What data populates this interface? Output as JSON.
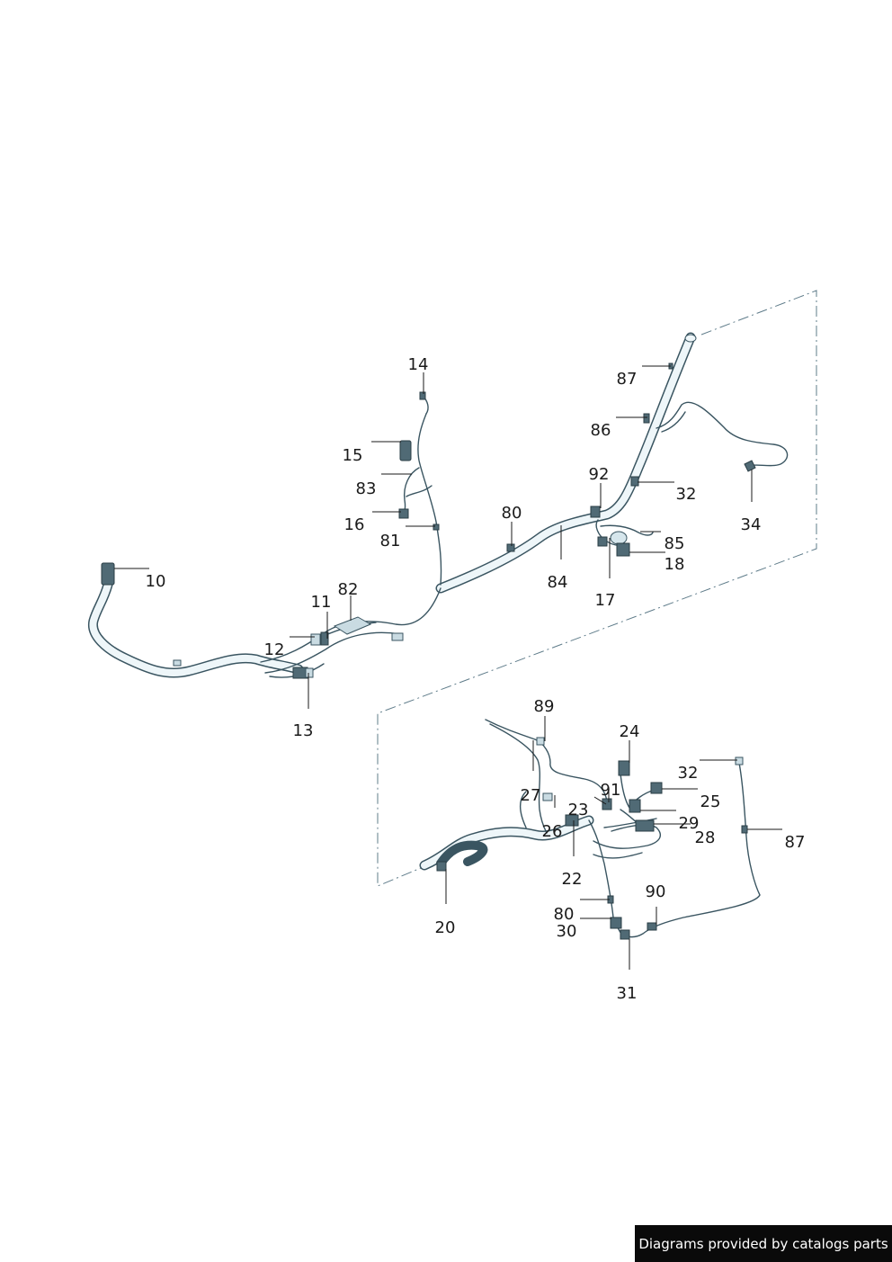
{
  "callouts": {
    "c10": "10",
    "c11": "11",
    "c12": "12",
    "c13": "13",
    "c14": "14",
    "c15": "15",
    "c16": "16",
    "c17": "17",
    "c18": "18",
    "c20": "20",
    "c22": "22",
    "c23": "23",
    "c24": "24",
    "c25": "25",
    "c26": "26",
    "c27": "27",
    "c28": "28",
    "c29": "29",
    "c30": "30",
    "c31": "31",
    "c32a": "32",
    "c32b": "32",
    "c34": "34",
    "c80a": "80",
    "c80b": "80",
    "c81": "81",
    "c82": "82",
    "c83": "83",
    "c84": "84",
    "c85": "85",
    "c86": "86",
    "c87a": "87",
    "c87b": "87",
    "c89": "89",
    "c90": "90",
    "c91": "91",
    "c92": "92"
  },
  "footer": {
    "text": "Diagrams provided by catalogs parts"
  },
  "colors": {
    "line": "#3a5561",
    "tube_fill": "#eef6f9",
    "dash_frame": "#5f7c8a",
    "footer_bg": "#0a0a0a"
  }
}
